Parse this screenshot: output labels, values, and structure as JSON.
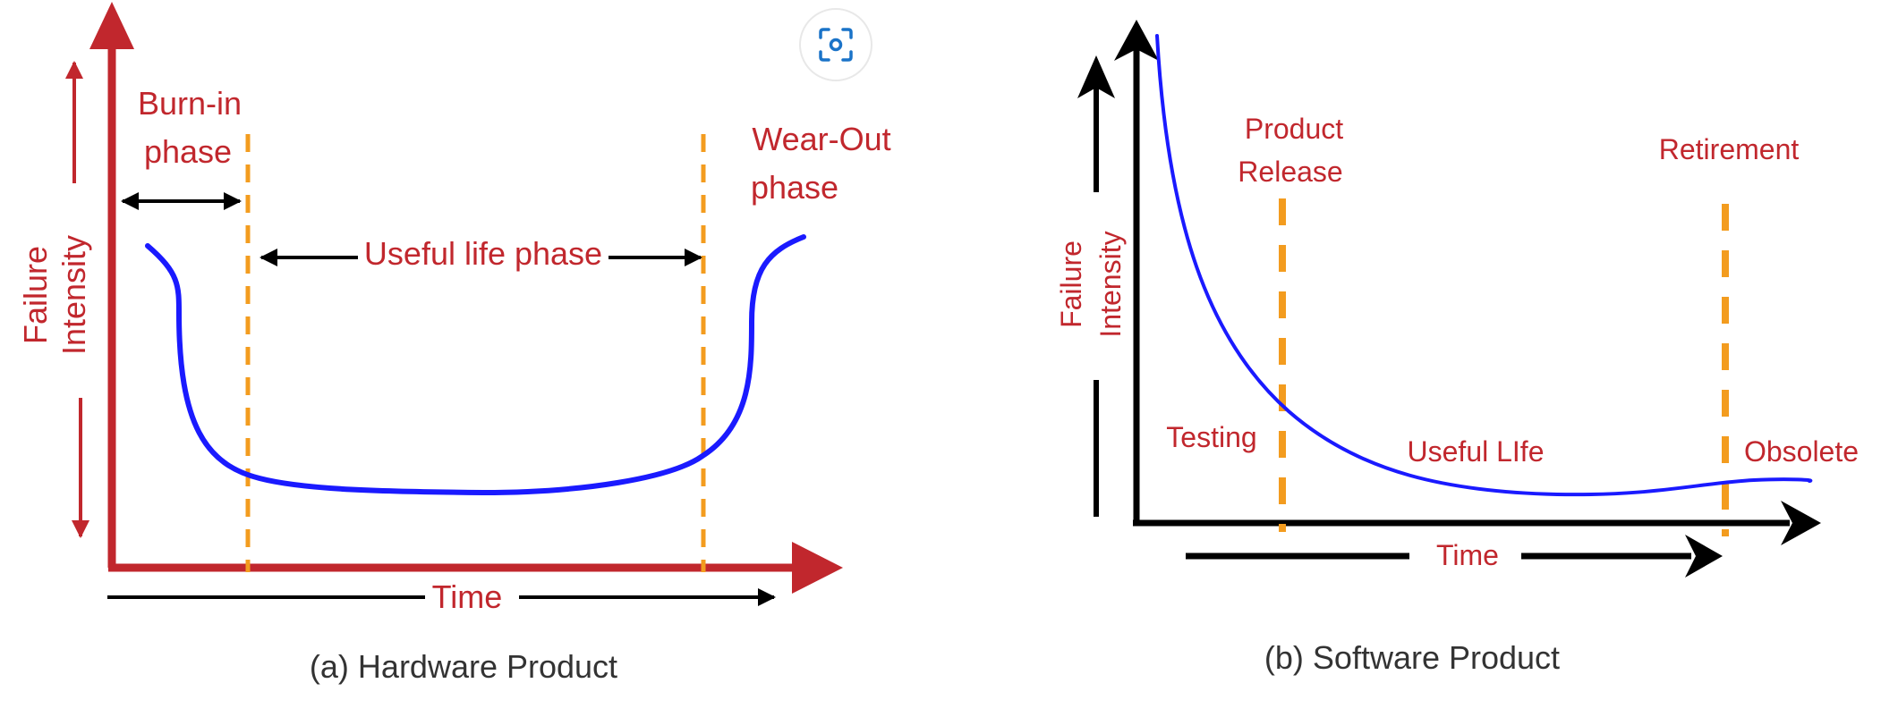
{
  "hardware": {
    "axis_y_label_line1": "Failure",
    "axis_y_label_line2": "Intensity",
    "burnin_line1": "Burn-in",
    "burnin_line2": "phase",
    "useful_life": "Useful life phase",
    "wearout_line1": "Wear-Out",
    "wearout_line2": "phase",
    "time": "Time",
    "caption": "(a) Hardware Product"
  },
  "software": {
    "axis_y_label_line1": "Failure",
    "axis_y_label_line2": "Intensity",
    "release_line1": "Product",
    "release_line2": "Release",
    "retirement": "Retirement",
    "testing": "Testing",
    "useful_life": "Useful LIfe",
    "obsolete": "Obsolete",
    "time": "Time",
    "caption": "(b) Software Product"
  },
  "visual_search_button": {
    "icon": "lens-scan-icon"
  },
  "colors": {
    "axis_red": "#c1272d",
    "label_red": "#c1272d",
    "curve_blue": "#1a1aff",
    "dashed_orange": "#f39c1f",
    "arrow_black": "#000000"
  }
}
